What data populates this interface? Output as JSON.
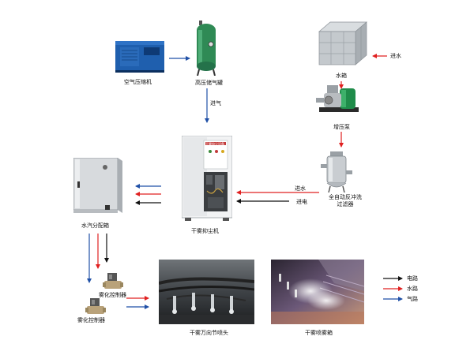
{
  "labels": {
    "air_compressor": "空气压缩机",
    "tank": "高压储气罐",
    "water_tank": "水箱",
    "booster_pump": "增压泵",
    "filter": "全自动反冲洗\n过滤器",
    "dust_machine": "干雾抑尘机",
    "distribution_box": "水汽分配箱",
    "controller_1": "雾化控制器",
    "controller_2": "雾化控制器",
    "nozzle_photo": "干雾万向节喷头",
    "spray_photo": "干雾喷雾箱"
  },
  "flow_labels": {
    "water_in": "进水",
    "air_in": "进气",
    "water_to_machine": "进水",
    "power_to_machine": "进电"
  },
  "legend": {
    "items": [
      {
        "label": "电路",
        "color": "#111111"
      },
      {
        "label": "水路",
        "color": "#e02020"
      },
      {
        "label": "气路",
        "color": "#1f4fa6"
      }
    ]
  },
  "colors": {
    "power": "#111111",
    "water": "#e02020",
    "air": "#1f4fa6"
  },
  "machine_panel_text": "干雾抑尘设备"
}
